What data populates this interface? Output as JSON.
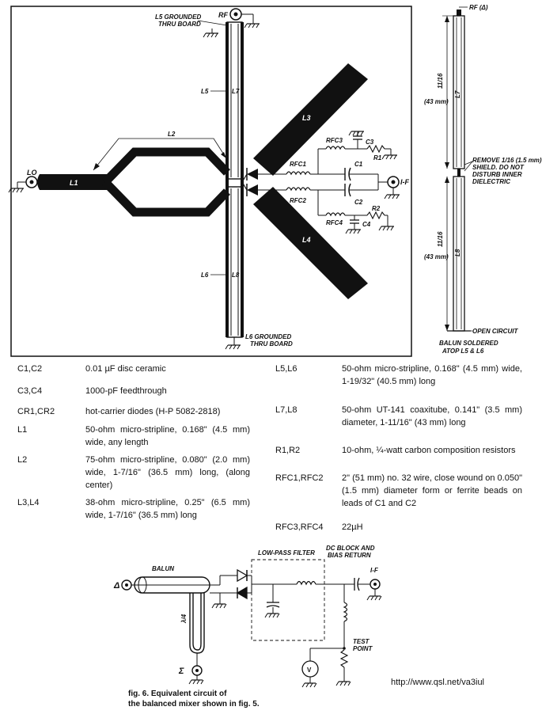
{
  "layout_diagram": {
    "labels": {
      "rf": "RF",
      "l5_grounded_1": "L5 GROUNDED",
      "l5_grounded_2": "THRU BOARD",
      "l6_grounded_1": "L6  GROUNDED",
      "l6_grounded_2": "THRU BOARD",
      "l1": "L1",
      "l2": "L2",
      "l3": "L3",
      "l4": "L4",
      "l5": "L5",
      "l6": "L6",
      "l7": "L7",
      "l8": "L8",
      "lo": "LO",
      "if": "I-F",
      "rfc1": "RFC1",
      "rfc2": "RFC2",
      "rfc3": "RFC3",
      "rfc4": "RFC4",
      "c1": "C1",
      "c2": "C2",
      "c3": "C3",
      "c4": "C4",
      "r1": "R1",
      "r2": "R2"
    }
  },
  "balun_diagram": {
    "rf_label": "RF (Δ)",
    "upper_fraction": "11/16",
    "upper_mm": "(43 mm)",
    "lower_fraction": "11/16",
    "lower_mm": "(43 mm)",
    "l7": "L7",
    "l8": "L8",
    "remove_note_1": "REMOVE 1/16 (1.5 mm)",
    "remove_note_2": "SHIELD. DO NOT",
    "remove_note_3": "DISTURB INNER",
    "remove_note_4": "DIELECTRIC",
    "open_circuit": "OPEN CIRCUIT",
    "caption_1": "BALUN  SOLDERED",
    "caption_2": "ATOP  L5  &  L6"
  },
  "parts_list": {
    "left": [
      {
        "ref": "C1,C2",
        "desc": "0.01 µF disc ceramic"
      },
      {
        "ref": "C3,C4",
        "desc": "1000-pF feedthrough"
      },
      {
        "ref": "CR1,CR2",
        "desc": "hot-carrier diodes (H-P 5082-2818)"
      },
      {
        "ref": "L1",
        "desc": "50-ohm micro-stripline, 0.168\" (4.5 mm) wide, any length"
      },
      {
        "ref": "L2",
        "desc": "75-ohm micro-stripline, 0.080\" (2.0 mm) wide, 1-7/16\" (36.5 mm) long, (along center)"
      },
      {
        "ref": "L3,L4",
        "desc": "38-ohm micro-stripline, 0.25\" (6.5 mm) wide, 1-7/16\" (36.5 mm) long"
      }
    ],
    "right": [
      {
        "ref": "L5,L6",
        "desc": "50-ohm micro-stripline, 0.168\" (4.5 mm) wide, 1-19/32\" (40.5 mm) long"
      },
      {
        "ref": "L7,L8",
        "desc": "50-ohm UT-141 coaxitube, 0.141\" (3.5 mm) diameter, 1-11/16\" (43 mm) long"
      },
      {
        "ref": "R1,R2",
        "desc": "10-ohm, ¼-watt carbon composition resistors"
      },
      {
        "ref": "RFC1,RFC2",
        "desc": "2\" (51 mm) no. 32 wire, close wound on 0.050\" (1.5 mm) diameter form or ferrite beads on leads of C1 and C2"
      },
      {
        "ref": "RFC3,RFC4",
        "desc": "22µH"
      }
    ]
  },
  "equivalent_circuit": {
    "balun": "BALUN",
    "delta": "Δ",
    "sigma": "Σ",
    "lambda": "λ/4",
    "low_pass_filter": "LOW-PASS  FILTER",
    "dc_block_1": "DC BLOCK AND",
    "dc_block_2": "BIAS RETURN",
    "if": "I-F",
    "test_point_1": "TEST",
    "test_point_2": "POINT",
    "voltmeter": "V"
  },
  "figure_caption": {
    "line1": "fig. 6.  Equivalent circuit of",
    "line2": "the balanced mixer shown in fig. 5."
  },
  "source_url": "http://www.qsl.net/va3iul"
}
